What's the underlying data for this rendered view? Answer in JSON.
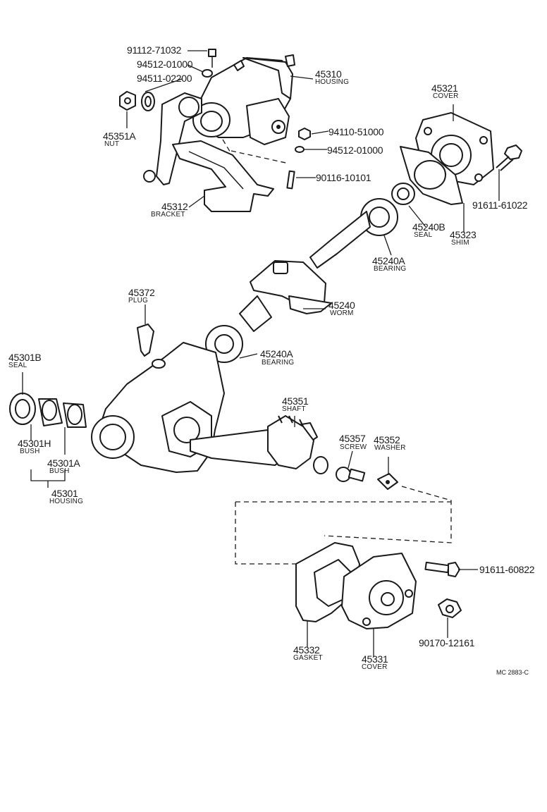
{
  "parts": [
    {
      "id": "p_91112_71032",
      "number": "91112-71032"
    },
    {
      "id": "p_94512_01000_a",
      "number": "94512-01000"
    },
    {
      "id": "p_94511_02200",
      "number": "94511-02200"
    },
    {
      "id": "p_45310",
      "number": "45310",
      "name": "HOUSING"
    },
    {
      "id": "p_45351A",
      "number": "45351A",
      "name": "NUT"
    },
    {
      "id": "p_94110_51000",
      "number": "94110-51000"
    },
    {
      "id": "p_94512_01000_b",
      "number": "94512-01000"
    },
    {
      "id": "p_90116_10101",
      "number": "90116-10101"
    },
    {
      "id": "p_45312",
      "number": "45312",
      "name": "BRACKET"
    },
    {
      "id": "p_45321",
      "number": "45321",
      "name": "COVER"
    },
    {
      "id": "p_91611_61022",
      "number": "91611-61022"
    },
    {
      "id": "p_45240B",
      "number": "45240B",
      "name": "SEAL"
    },
    {
      "id": "p_45323",
      "number": "45323",
      "name": "SHIM"
    },
    {
      "id": "p_45240A_top",
      "number": "45240A",
      "name": "BEARING"
    },
    {
      "id": "p_45372",
      "number": "45372",
      "name": "PLUG"
    },
    {
      "id": "p_45240",
      "number": "45240",
      "name": "WORM"
    },
    {
      "id": "p_45240A_bot",
      "number": "45240A",
      "name": "BEARING"
    },
    {
      "id": "p_45301B",
      "number": "45301B",
      "name": "SEAL"
    },
    {
      "id": "p_45351",
      "number": "45351",
      "name": "SHAFT"
    },
    {
      "id": "p_45357",
      "number": "45357",
      "name": "SCREW"
    },
    {
      "id": "p_45352",
      "number": "45352",
      "name": "WASHER"
    },
    {
      "id": "p_45301H",
      "number": "45301H",
      "name": "BUSH"
    },
    {
      "id": "p_45301A",
      "number": "45301A",
      "name": "BUSH"
    },
    {
      "id": "p_45301",
      "number": "45301",
      "name": "HOUSING"
    },
    {
      "id": "p_91611_60822",
      "number": "91611-60822"
    },
    {
      "id": "p_45332",
      "number": "45332",
      "name": "GASKET"
    },
    {
      "id": "p_45331",
      "number": "45331",
      "name": "COVER"
    },
    {
      "id": "p_90170_12161",
      "number": "90170-12161"
    }
  ],
  "figure_code": "MC 2883-C",
  "colors": {
    "ink": "#1a1a1a",
    "paper": "#ffffff"
  }
}
